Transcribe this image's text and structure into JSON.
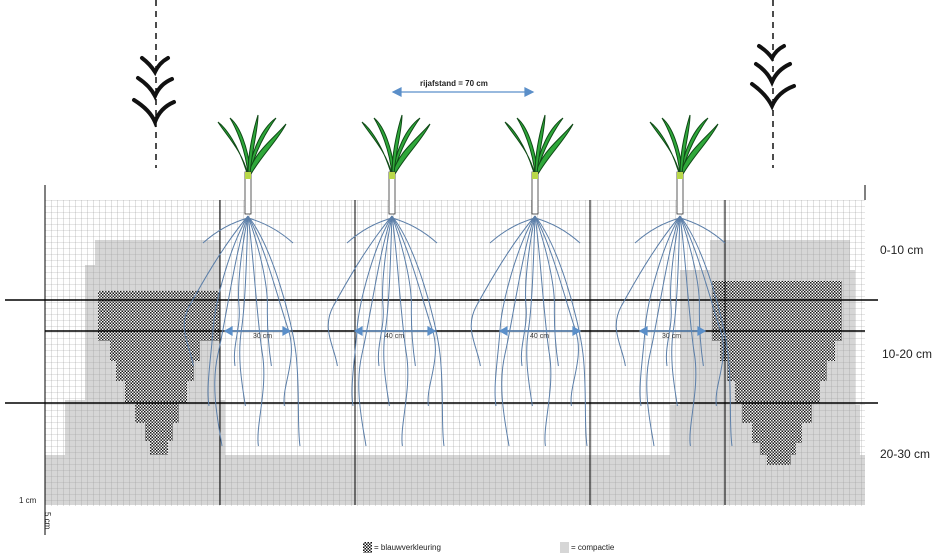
{
  "depth_labels": [
    "0-10 cm",
    "10-20 cm",
    "20-30 cm"
  ],
  "row_spacing_label": "rijafstand = 70 cm",
  "root_spread_labels": [
    "30 cm",
    "40 cm",
    "40 cm",
    "30 cm"
  ],
  "scale": {
    "h_label": "1 cm",
    "v_label": "5 cm"
  },
  "legend": [
    {
      "label": "= blauwverkleuring",
      "pattern": "checker"
    },
    {
      "label": "= compactie",
      "pattern": "light-gray"
    }
  ],
  "colors": {
    "grid": "#9a9a9a",
    "compaction": "#d6d6d6",
    "discoloration_dark": "#1a1a1a",
    "roots": "#5b7ea8",
    "arrows": "#5b8fc9",
    "leaf": "#2fa83a",
    "stem": "#ffffff"
  },
  "icons": [
    "leek-plant-icon",
    "wheel-track-icon"
  ]
}
